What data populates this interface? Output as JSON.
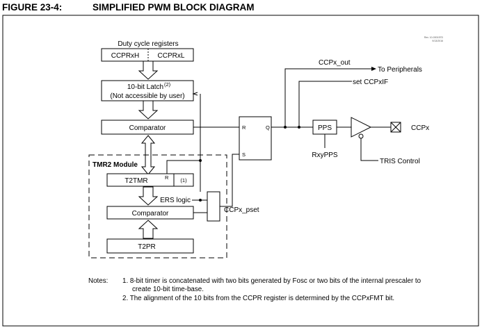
{
  "figure": {
    "number": "FIGURE 23-4:",
    "title": "SIMPLIFIED PWM BLOCK DIAGRAM",
    "rev": "Rev. 10-000157D",
    "rev_date": "9/13/2016"
  },
  "diagram": {
    "duty_cycle_label": "Duty cycle registers",
    "ccprxh": "CCPRxH",
    "ccprxl": "CCPRxL",
    "latch_line1": "10-bit Latch",
    "latch_sup": "(2)",
    "latch_line2": "(Not accessible by user)",
    "comparator_top": "Comparator",
    "sr_r": "R",
    "sr_s": "S",
    "sr_q": "Q",
    "tmr2_module": "TMR2 Module",
    "t2tmr": "T2TMR",
    "t2tmr_r": "R",
    "t2tmr_note": "(1)",
    "ers_logic": "ERS logic",
    "comparator_bottom": "Comparator",
    "t2pr": "T2PR",
    "ccpx_pset": "CCPx_pset",
    "ccpx_out": "CCPx_out",
    "to_peripherals": "To Peripherals",
    "set_ccpxif": "set CCPxIF",
    "pps": "PPS",
    "rxypps": "RxyPPS",
    "ccpx": "CCPx",
    "tris_control": "TRIS Control"
  },
  "notes": {
    "label": "Notes:",
    "note1_line1": "1.  8-bit timer is concatenated with two bits generated by Fosc or two bits of the internal prescaler to",
    "note1_line2": "create 10-bit time-base.",
    "note2": "2.  The alignment of the 10 bits from the CCPR register is determined by the CCPxFMT bit."
  }
}
